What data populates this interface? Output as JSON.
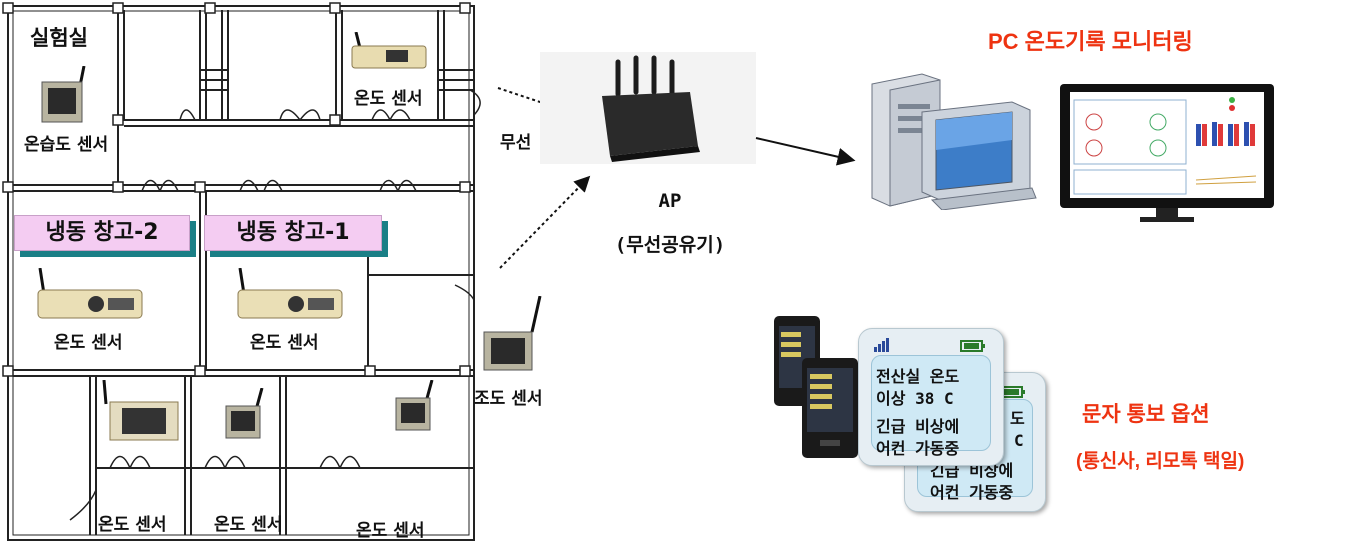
{
  "floorplan": {
    "lab_title": "실험실",
    "humidity_sensor_label": "온습도 센서",
    "temp_sensor_top_label": "온도 센서",
    "freezer_2_label": "냉동 창고-2",
    "freezer_1_label": "냉동 창고-1",
    "temp_sensor_mid_left_label": "온도 센서",
    "temp_sensor_mid_right_label": "온도 센서",
    "illuminance_sensor_label": "조도 센서",
    "temp_sensor_bottom_1_label": "온도 센서",
    "temp_sensor_bottom_2_label": "온도 센서",
    "temp_sensor_bottom_3_label": "온도 센서"
  },
  "network": {
    "wireless_label": "무선",
    "ap_label": "AP",
    "ap_sub_label": "(무선공유기)"
  },
  "pc": {
    "title": "PC 온도기록 모니터링"
  },
  "sms": {
    "front_card_line1": "전산실 온도",
    "front_card_line2": "이상 38 C",
    "front_card_line3": "긴급 비상에",
    "front_card_line4": "어컨 가동중",
    "back_card_line1": "도",
    "back_card_line2": "C",
    "back_card_line3": "긴급 비상에",
    "back_card_line4": "어컨 가동중",
    "option_title": "문자 통보 옵션",
    "option_sub": "(통신사, 리모톡 택일)"
  },
  "colors": {
    "accent_red": "#ee3311",
    "banner_fill": "#f4ccf2",
    "banner_shadow": "#1a7f86"
  }
}
